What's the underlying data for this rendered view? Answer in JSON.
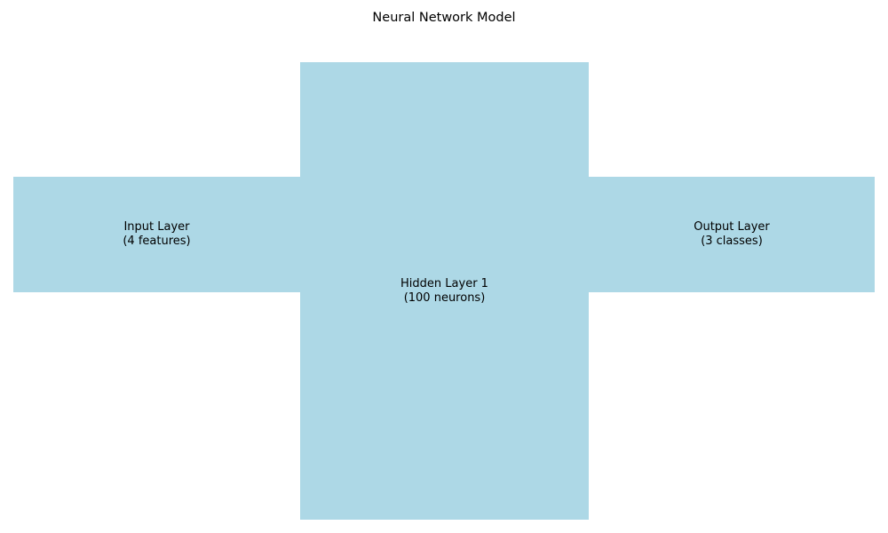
{
  "diagram": {
    "title": "Neural Network Model",
    "fill_color": "#add8e6",
    "layers": [
      {
        "id": "input",
        "name": "Input Layer",
        "detail": "(4 features)"
      },
      {
        "id": "hidden",
        "name": "Hidden Layer 1",
        "detail": "(100 neurons)"
      },
      {
        "id": "output",
        "name": "Output Layer",
        "detail": "(3 classes)"
      }
    ]
  }
}
